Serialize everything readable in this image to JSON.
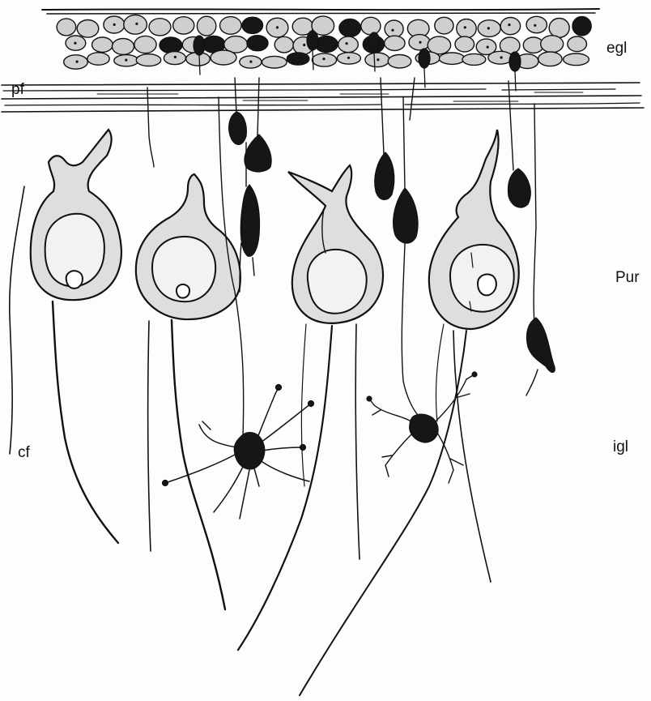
{
  "labels": {
    "egl": "egl",
    "pf": "pf",
    "pur": "Pur",
    "igl": "igl",
    "cf": "cf"
  },
  "colors": {
    "ink": "#111111",
    "soma_fill": "#dedede",
    "background": "#fdfdfd"
  }
}
